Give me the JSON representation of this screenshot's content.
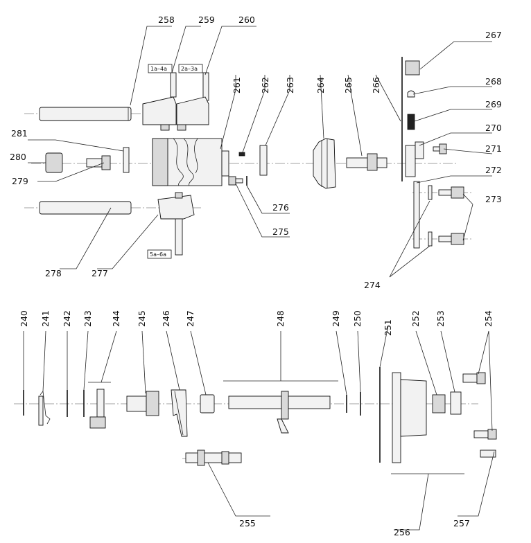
{
  "diagram": {
    "labels": {
      "p240": "240",
      "p241": "241",
      "p242": "242",
      "p243": "243",
      "p244": "244",
      "p245": "245",
      "p246": "246",
      "p247": "247",
      "p248": "248",
      "p249": "249",
      "p250": "250",
      "p251": "251",
      "p252": "252",
      "p253": "253",
      "p254": "254",
      "p255": "255",
      "p256": "256",
      "p257": "257",
      "p258": "258",
      "p259": "259",
      "p260": "260",
      "p261": "261",
      "p262": "262",
      "p263": "263",
      "p264": "264",
      "p265": "265",
      "p266": "266",
      "p267": "267",
      "p268": "268",
      "p269": "269",
      "p270": "270",
      "p271": "271",
      "p272": "272",
      "p273": "273",
      "p274": "274",
      "p275": "275",
      "p276": "276",
      "p277": "277",
      "p278": "278",
      "p279": "279",
      "p280": "280",
      "p281": "281"
    },
    "tags": {
      "fork_1a_4a": "1a–4a",
      "fork_2a_3a": "2a–3a",
      "fork_5a_6a": "5a–6a"
    }
  }
}
